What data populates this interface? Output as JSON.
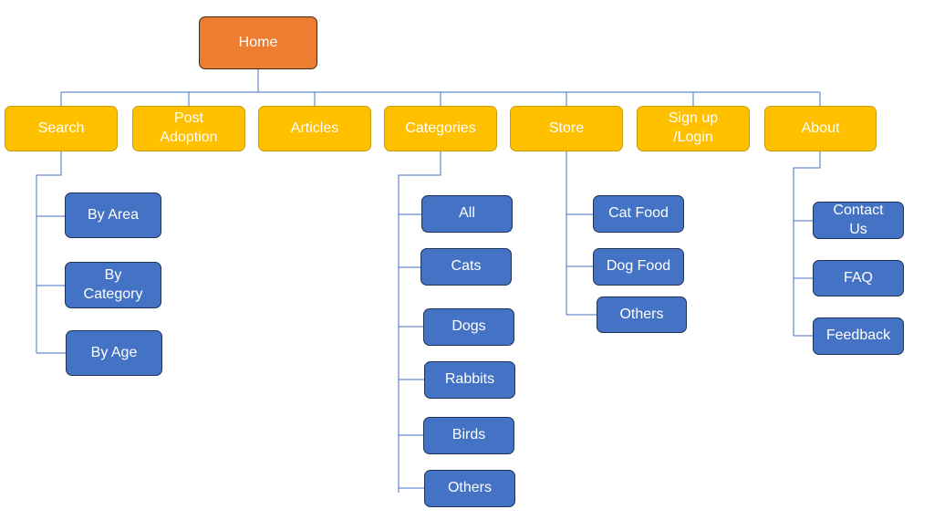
{
  "root": {
    "label": "Home"
  },
  "categories": [
    {
      "label": "Search",
      "children": [
        "By Area",
        "By\nCategory",
        "By Age"
      ]
    },
    {
      "label": "Post\nAdoption",
      "children": []
    },
    {
      "label": "Articles",
      "children": []
    },
    {
      "label": "Categories",
      "children": [
        "All",
        "Cats",
        "Dogs",
        "Rabbits",
        "Birds",
        "Others"
      ]
    },
    {
      "label": "Store",
      "children": [
        "Cat Food",
        "Dog Food",
        "Others"
      ]
    },
    {
      "label": "Sign up\n/Login",
      "children": []
    },
    {
      "label": "About",
      "children": [
        "Contact\nUs",
        "FAQ",
        "Feedback"
      ]
    }
  ],
  "colors": {
    "root_fill": "#ED7D31",
    "category_fill": "#FFC000",
    "subpage_fill": "#4472C4",
    "connector": "#4472C4"
  }
}
